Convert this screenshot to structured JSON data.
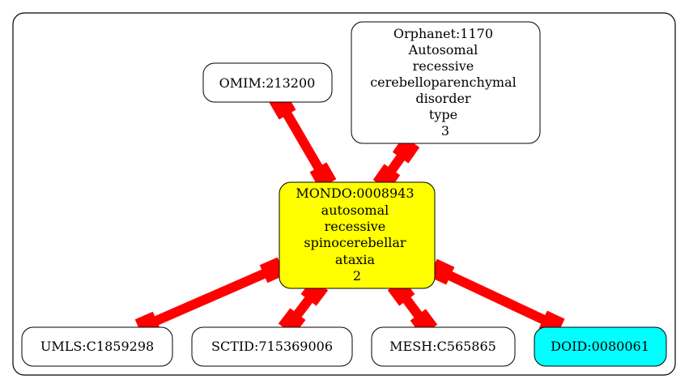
{
  "colors": {
    "edge": "#ff0000",
    "center_fill": "#ffff00",
    "doid_fill": "#00ffff",
    "default_fill": "#ffffff",
    "stroke": "#000000"
  },
  "nodes": {
    "center": {
      "lines": [
        "MONDO:0008943",
        "autosomal",
        "recessive",
        "spinocerebellar",
        "ataxia",
        "2"
      ]
    },
    "omim": {
      "lines": [
        "OMIM:213200"
      ]
    },
    "orphanet": {
      "lines": [
        "Orphanet:1170",
        "Autosomal",
        "recessive",
        "cerebelloparenchymal",
        "disorder",
        "type",
        "3"
      ]
    },
    "umls": {
      "lines": [
        "UMLS:C1859298"
      ]
    },
    "sctid": {
      "lines": [
        "SCTID:715369006"
      ]
    },
    "mesh": {
      "lines": [
        "MESH:C565865"
      ]
    },
    "doid": {
      "lines": [
        "DOID:0080061"
      ]
    }
  }
}
